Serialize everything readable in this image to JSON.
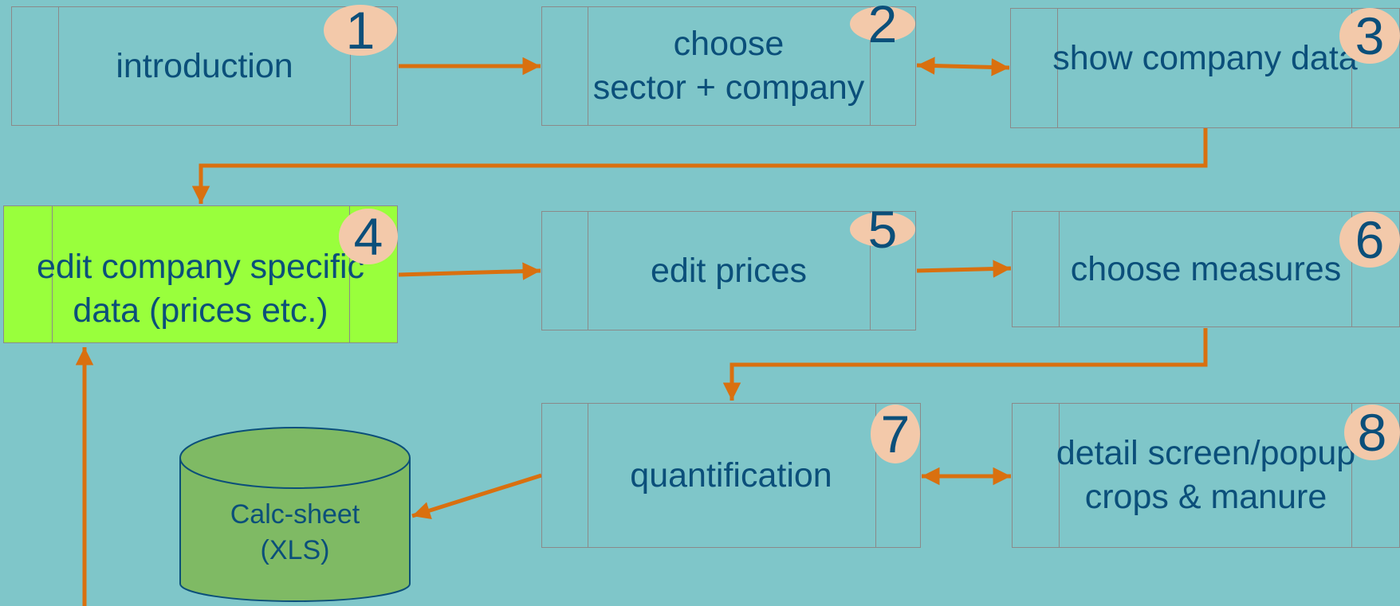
{
  "colors": {
    "background": "#7fc6c9",
    "box_border": "#8a8a8a",
    "highlight_fill": "#99ff3c",
    "text": "#0b4f7a",
    "badge_fill": "#f3c9aa",
    "arrow": "#d9700f",
    "database_fill": "#7fba64"
  },
  "steps": [
    {
      "number": "1",
      "label": "introduction"
    },
    {
      "number": "2",
      "label": "choose\nsector + company"
    },
    {
      "number": "3",
      "label": "show company data"
    },
    {
      "number": "4",
      "label": "edit company specific\ndata (prices etc.)"
    },
    {
      "number": "5",
      "label": "edit prices"
    },
    {
      "number": "6",
      "label": "choose measures"
    },
    {
      "number": "7",
      "label": "quantification"
    },
    {
      "number": "8",
      "label": "detail screen/popup\ncrops & manure"
    }
  ],
  "database": {
    "label": "Calc-sheet\n(XLS)"
  }
}
